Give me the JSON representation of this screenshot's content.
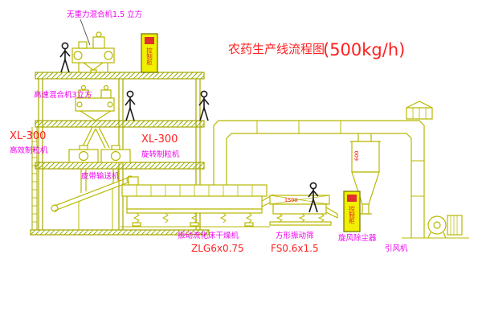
{
  "title": {
    "text": "农药生产线流程图",
    "capacity": "(500kg/h)"
  },
  "labels": {
    "gravity_mixer": "无重力混合机1.5 立方",
    "highspeed_mixer": "高速混合机3立方",
    "xl300_left": "XL-300",
    "granulator_left": "高效制粒机",
    "xl300_mid": "XL-300",
    "granulator_mid": "旋转制粒机",
    "belt_conveyor": "皮带输送机",
    "fluidbed": "振动流化床干燥机",
    "fluidbed_model": "ZLG6x0.75",
    "screen": "方形振动筛",
    "screen_model": "FS0.6x1.5",
    "cyclone": "旋风除尘器",
    "fan": "引风机",
    "cabinet1": "控制柜",
    "cabinet2": "控制柜",
    "dim_screen": "1500",
    "dim_cyclone": "600"
  },
  "colors": {
    "line_olive": "#a8a800",
    "equipment_yellow": "#b8b800",
    "cabinet_fill": "#f0f000",
    "text_red": "#ff2020",
    "text_magenta": "#f000f0",
    "figure_black": "#1a1a1a"
  }
}
